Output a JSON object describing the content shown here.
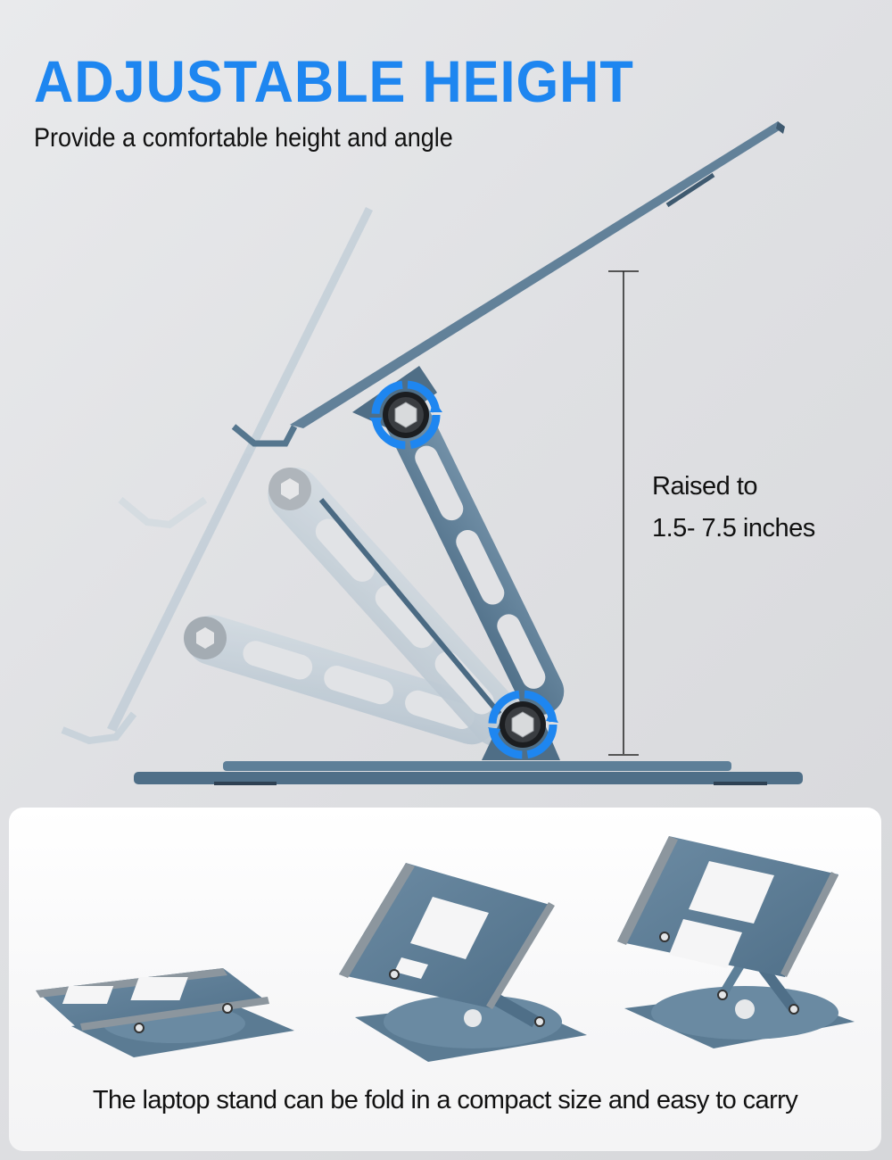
{
  "header": {
    "title": "ADJUSTABLE HEIGHT",
    "subtitle": "Provide a comfortable height and angle"
  },
  "hero": {
    "height_label_line1": "Raised to",
    "height_label_line2": "1.5- 7.5 inches",
    "measure": {
      "min_in": 1.5,
      "max_in": 7.5
    }
  },
  "compact_section": {
    "caption": "The laptop stand can be fold in a compact size and easy to carry",
    "stand_states": [
      "folded",
      "half-raised",
      "fully-raised"
    ]
  },
  "colors": {
    "accent_blue": "#1e86f0",
    "stand_metal": "#5b7d96",
    "stand_ghost": "#b9c8d4",
    "background": "#e1e2e5",
    "card": "#ffffff",
    "text": "#111111"
  },
  "icons": [
    "rotate-arrows-icon",
    "hex-bolt-icon"
  ]
}
